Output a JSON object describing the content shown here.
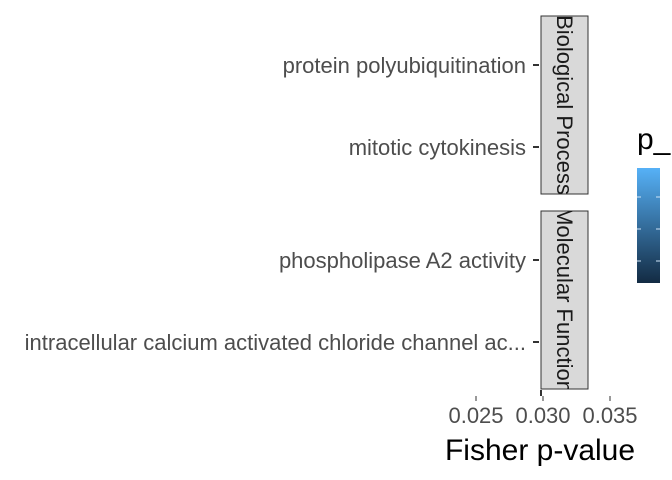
{
  "chart_data": {
    "type": "bar",
    "orientation": "horizontal",
    "xlabel": "Fisher p-value",
    "facets": [
      {
        "label": "Biological Process",
        "categories": [
          "protein polyubiquitination",
          "mitotic cytokinesis"
        ]
      },
      {
        "label": "Molecular Function",
        "categories": [
          "phospholipase A2 activity",
          "intracellular calcium activated chloride channel ac..."
        ]
      }
    ],
    "x_tick_labels": [
      "0.025",
      "0.030",
      "0.035"
    ],
    "legend": {
      "title": "p_",
      "colors": [
        "#56B1F7",
        "#132B43"
      ]
    }
  }
}
